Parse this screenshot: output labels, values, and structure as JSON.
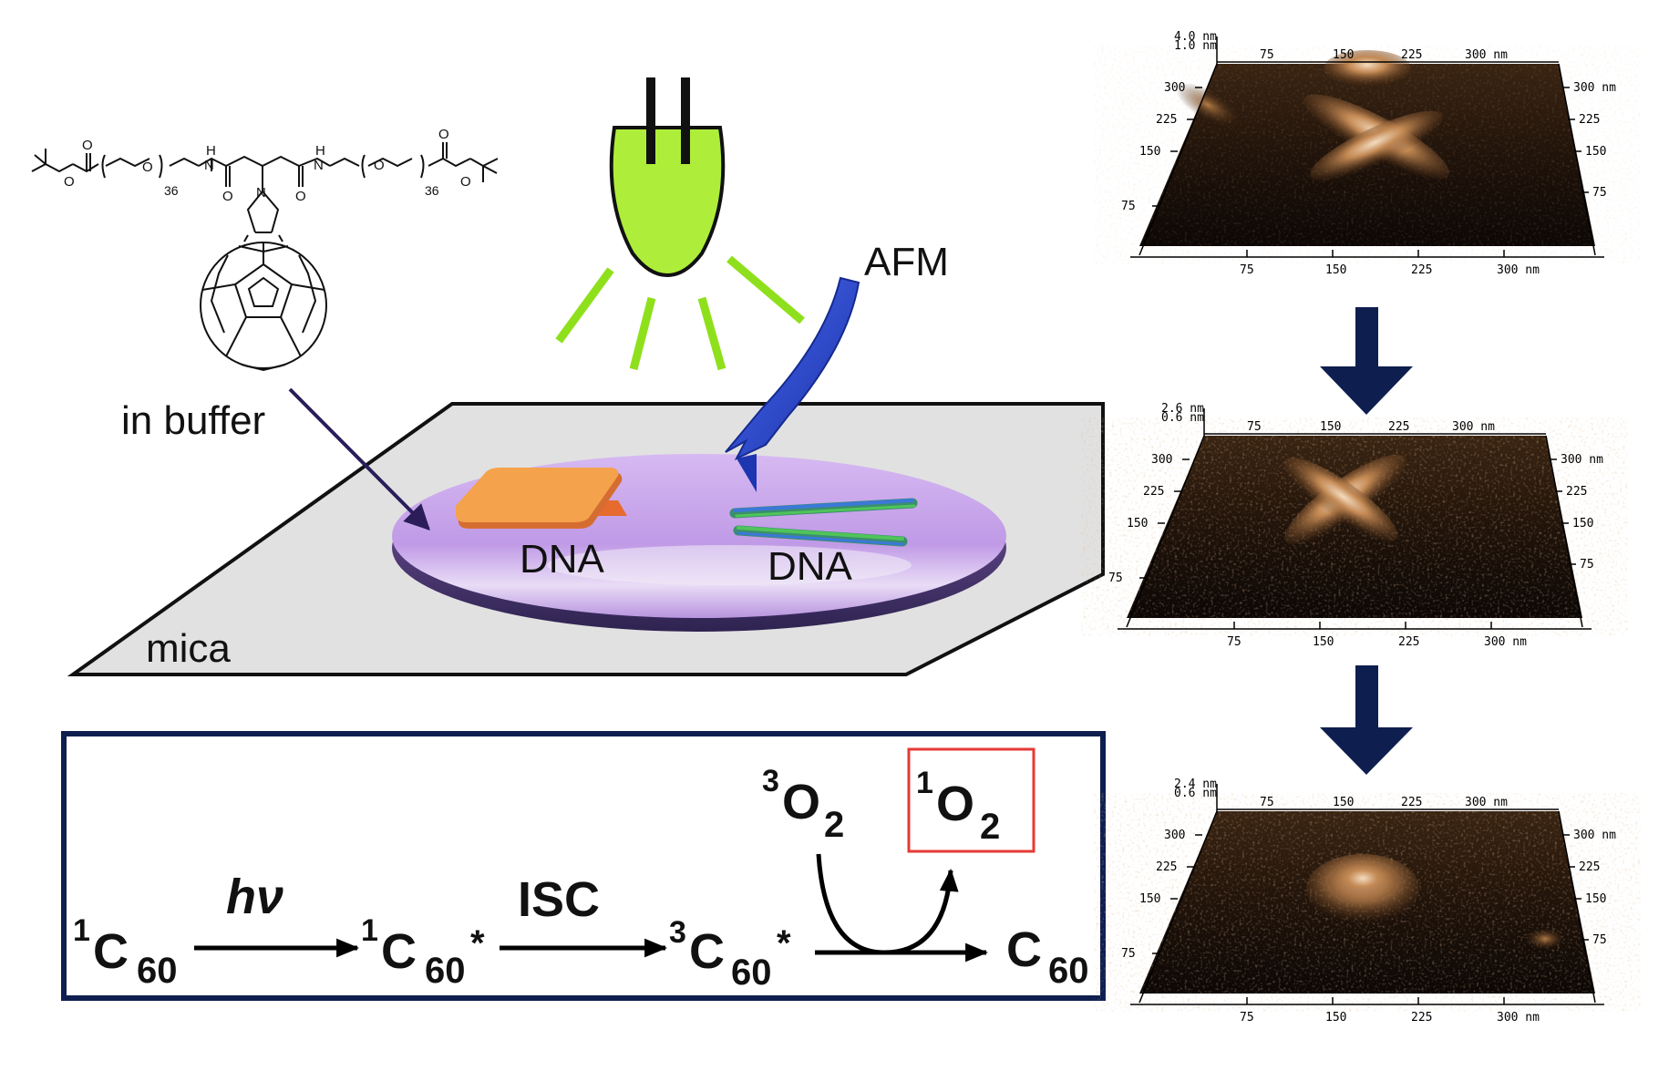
{
  "scene": {
    "molecule_repeat_left": "36",
    "molecule_repeat_right": "36",
    "label_in_buffer": "in buffer",
    "label_mica": "mica",
    "label_afm": "AFM",
    "label_dna_1": "DNA",
    "label_dna_2": "DNA"
  },
  "mechanism": {
    "s0": "C",
    "s0_pre": "1",
    "s0_sub": "60",
    "arrow1_label": "hν",
    "s1": "C",
    "s1_pre": "1",
    "s1_sub": "60",
    "s1_post": "*",
    "arrow2_label": "ISC",
    "t1": "C",
    "t1_pre": "3",
    "t1_sub": "60",
    "t1_post": "*",
    "final": "C",
    "final_sub": "60",
    "o2_ground_pre": "3",
    "o2_ground": "O",
    "o2_ground_sub": "2",
    "o2_singlet_pre": "1",
    "o2_singlet": "O",
    "o2_singlet_sub": "2"
  },
  "afm_panels": [
    {
      "z_top": "4.0 nm",
      "z_bottom": "1.0 nm",
      "x_ticks": [
        "75",
        "150",
        "225",
        "300 nm"
      ],
      "y_ticks": [
        "300",
        "225",
        "150",
        "75"
      ],
      "top_ticks": [
        "75",
        "150",
        "225",
        "300 nm"
      ],
      "right_ticks": [
        "300 nm",
        "225",
        "150",
        "75"
      ]
    },
    {
      "z_top": "2.6 nm",
      "z_bottom": "0.6 nm",
      "x_ticks": [
        "75",
        "150",
        "225",
        "300 nm"
      ],
      "y_ticks": [
        "300",
        "225",
        "150",
        "75"
      ],
      "top_ticks": [
        "75",
        "150",
        "225",
        "300 nm"
      ],
      "right_ticks": [
        "300 nm",
        "225",
        "150",
        "75"
      ]
    },
    {
      "z_top": "2.4 nm",
      "z_bottom": "0.6 nm",
      "x_ticks": [
        "75",
        "150",
        "225",
        "300 nm"
      ],
      "y_ticks": [
        "300",
        "225",
        "150",
        "75"
      ],
      "top_ticks": [
        "75",
        "150",
        "225",
        "300 nm"
      ],
      "right_ticks": [
        "300 nm",
        "225",
        "150",
        "75"
      ]
    }
  ],
  "colors": {
    "lamp": "#aeee3a",
    "light_ray": "#8fe01c",
    "tip": "#2b4bd8",
    "droplet": "#c9a6ea",
    "dna_plate": "#f3a04a",
    "box_border": "#0e1f4f",
    "highlight_box": "#e53a36",
    "flow_arrow": "#0e1f4f"
  }
}
